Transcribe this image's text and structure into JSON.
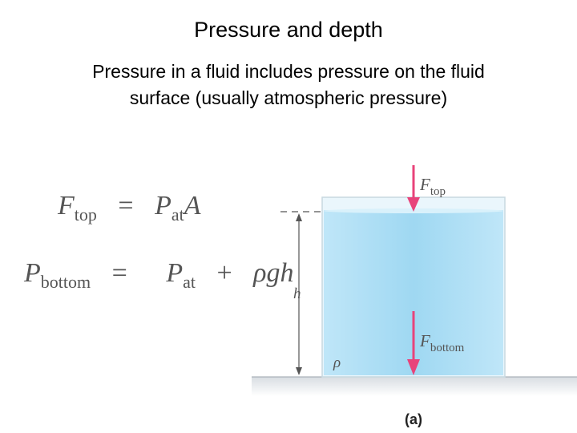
{
  "header": {
    "title": "Pressure and depth",
    "subtitle_line1": "Pressure in a fluid includes pressure on the fluid",
    "subtitle_line2": "surface (usually atmospheric pressure)"
  },
  "equations": {
    "eq1": {
      "lhs_sym": "F",
      "lhs_sub": "top",
      "equals": "=",
      "rhs_sym": "P",
      "rhs_sub": "at",
      "rhs_extra": "A"
    },
    "eq2": {
      "lhs_sym": "P",
      "lhs_sub": "bottom",
      "equals": "=",
      "t1_sym": "P",
      "t1_sub": "at",
      "plus": "+",
      "t2": "ρgh"
    }
  },
  "figure": {
    "force_top_sym": "F",
    "force_top_sub": "top",
    "force_bottom_sym": "F",
    "force_bottom_sub": "bottom",
    "height_label": "h",
    "density_label": "ρ",
    "panel_label": "(a)"
  },
  "colors": {
    "water_light": "#d6f0fc",
    "water_mid": "#a7dcf4",
    "arrow": "#e8437a",
    "ground": "#c5cbd1"
  }
}
